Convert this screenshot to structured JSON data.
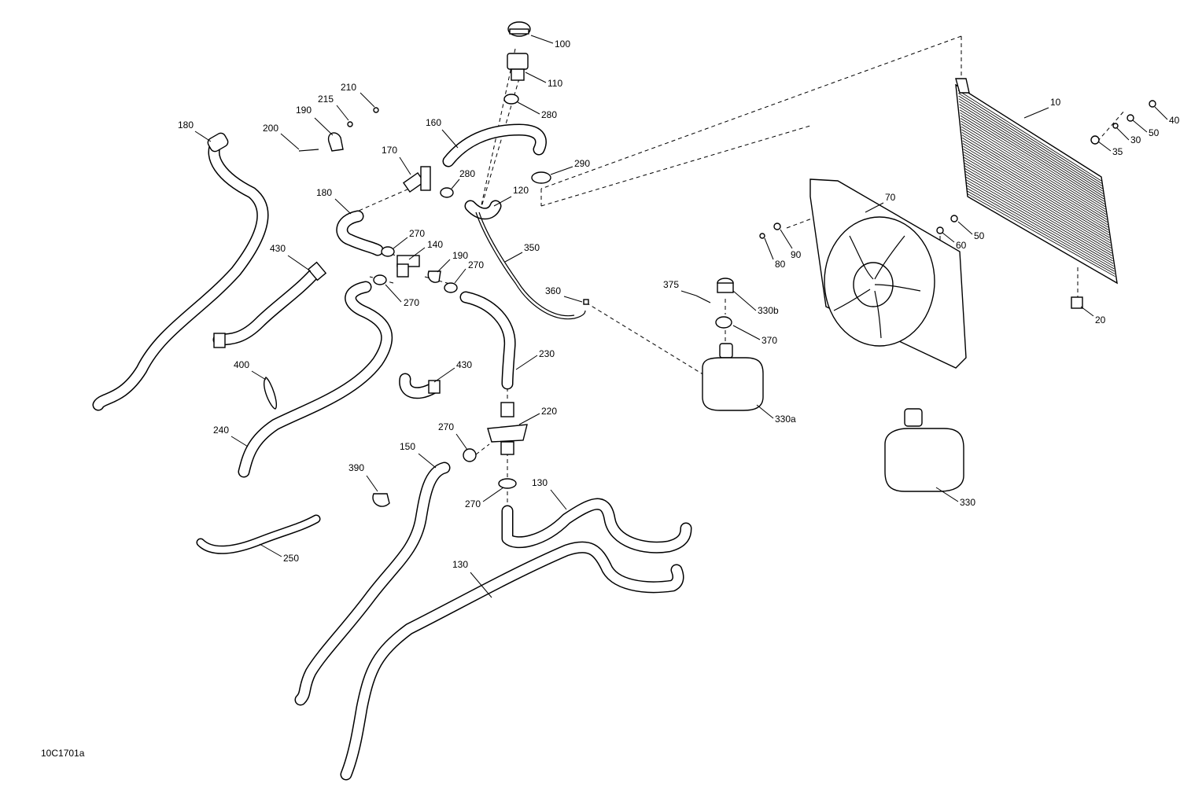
{
  "diagram": {
    "reference_code": "10C1701a",
    "callouts": [
      {
        "id": "100",
        "label": "100"
      },
      {
        "id": "110",
        "label": "110"
      },
      {
        "id": "280a",
        "label": "280"
      },
      {
        "id": "160",
        "label": "160"
      },
      {
        "id": "170",
        "label": "170"
      },
      {
        "id": "280b",
        "label": "280"
      },
      {
        "id": "290",
        "label": "290"
      },
      {
        "id": "120",
        "label": "120"
      },
      {
        "id": "210",
        "label": "210"
      },
      {
        "id": "215",
        "label": "215"
      },
      {
        "id": "190a",
        "label": "190"
      },
      {
        "id": "200",
        "label": "200"
      },
      {
        "id": "180a",
        "label": "180"
      },
      {
        "id": "180b",
        "label": "180"
      },
      {
        "id": "270a",
        "label": "270"
      },
      {
        "id": "140",
        "label": "140"
      },
      {
        "id": "190b",
        "label": "190"
      },
      {
        "id": "270b",
        "label": "270"
      },
      {
        "id": "270c",
        "label": "270"
      },
      {
        "id": "430a",
        "label": "430"
      },
      {
        "id": "350",
        "label": "350"
      },
      {
        "id": "360",
        "label": "360"
      },
      {
        "id": "230",
        "label": "230"
      },
      {
        "id": "430b",
        "label": "430"
      },
      {
        "id": "400",
        "label": "400"
      },
      {
        "id": "240",
        "label": "240"
      },
      {
        "id": "220",
        "label": "220"
      },
      {
        "id": "270d",
        "label": "270"
      },
      {
        "id": "150",
        "label": "150"
      },
      {
        "id": "390",
        "label": "390"
      },
      {
        "id": "270e",
        "label": "270"
      },
      {
        "id": "130a",
        "label": "130"
      },
      {
        "id": "250",
        "label": "250"
      },
      {
        "id": "130b",
        "label": "130"
      },
      {
        "id": "10",
        "label": "10"
      },
      {
        "id": "40",
        "label": "40"
      },
      {
        "id": "50a",
        "label": "50"
      },
      {
        "id": "30",
        "label": "30"
      },
      {
        "id": "35",
        "label": "35"
      },
      {
        "id": "70",
        "label": "70"
      },
      {
        "id": "90",
        "label": "90"
      },
      {
        "id": "80",
        "label": "80"
      },
      {
        "id": "50b",
        "label": "50"
      },
      {
        "id": "60",
        "label": "60"
      },
      {
        "id": "20",
        "label": "20"
      },
      {
        "id": "375",
        "label": "375"
      },
      {
        "id": "330b",
        "label": "330b"
      },
      {
        "id": "370",
        "label": "370"
      },
      {
        "id": "330a",
        "label": "330a"
      },
      {
        "id": "330",
        "label": "330"
      }
    ]
  }
}
